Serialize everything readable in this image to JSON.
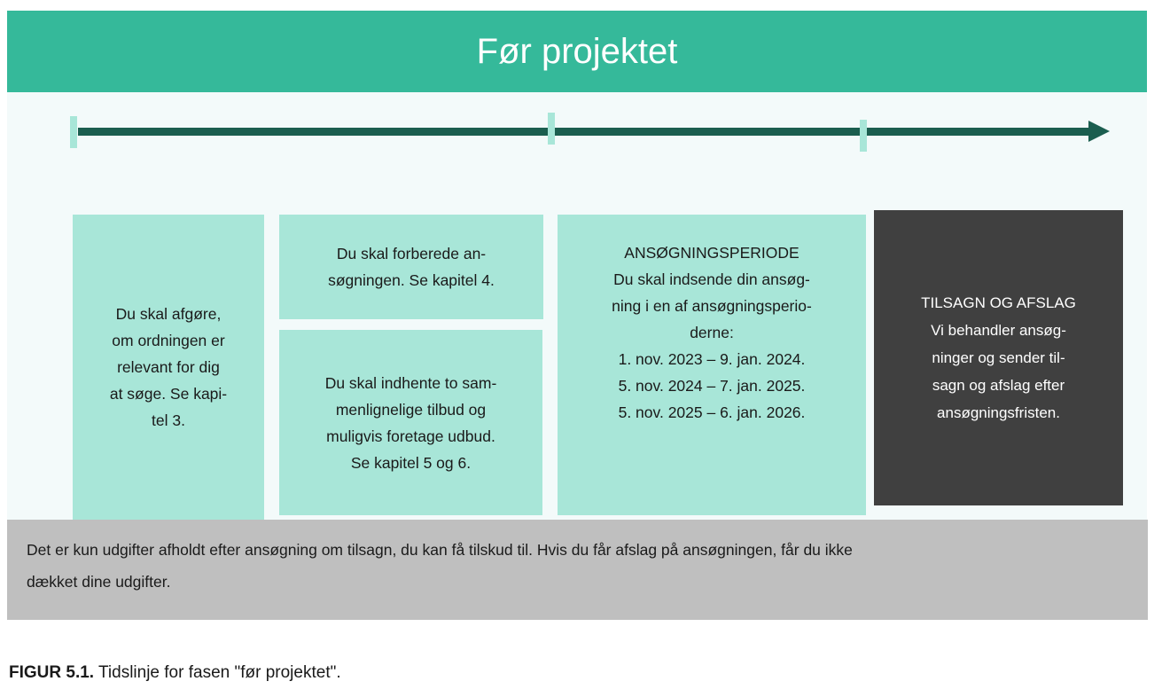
{
  "header": {
    "title": "Før projektet"
  },
  "colors": {
    "header": "#35b99a",
    "panel": "#f3fafa",
    "timeline_line": "#1b5e4f",
    "tick_and_box": "#a8e6d8",
    "dark_box": "#404040",
    "footer": "#bfbfbf"
  },
  "timeline": {
    "ticks": [
      "start",
      "middle",
      "end"
    ]
  },
  "boxes": {
    "decide": {
      "lines": [
        "Du skal afgøre,",
        "om ordningen er",
        "relevant for dig",
        "at søge. Se kapi-",
        "tel 3."
      ]
    },
    "prepare": {
      "lines": [
        "Du skal forberede an-",
        "søgningen. Se kapitel 4."
      ]
    },
    "offers": {
      "lines": [
        "Du skal indhente to sam-",
        "menlignelige tilbud og",
        "muligvis foretage udbud.",
        "Se kapitel 5 og 6."
      ]
    },
    "period": {
      "title": "ANSØGNINGSPERIODE",
      "lines": [
        "Du skal indsende din ansøg-",
        "ning i en af ansøgningsperio-",
        "derne:"
      ],
      "dates": [
        "1. nov. 2023 – 9. jan. 2024.",
        "5. nov. 2024 – 7. jan. 2025.",
        "5. nov. 2025 – 6. jan. 2026."
      ]
    },
    "decision": {
      "title": "TILSAGN OG AFSLAG",
      "lines": [
        "Vi behandler ansøg-",
        "ninger og sender til-",
        "sagn og afslag efter",
        "ansøgningsfristen."
      ]
    }
  },
  "footer": {
    "lines": [
      "Det er kun udgifter afholdt efter ansøgning om tilsagn, du kan få tilskud til. Hvis du får afslag på ansøgningen, får du ikke",
      "dækket dine udgifter."
    ]
  },
  "caption": {
    "label": "FIGUR 5.1.",
    "text": " Tidslinje for fasen \"før projektet\"."
  }
}
